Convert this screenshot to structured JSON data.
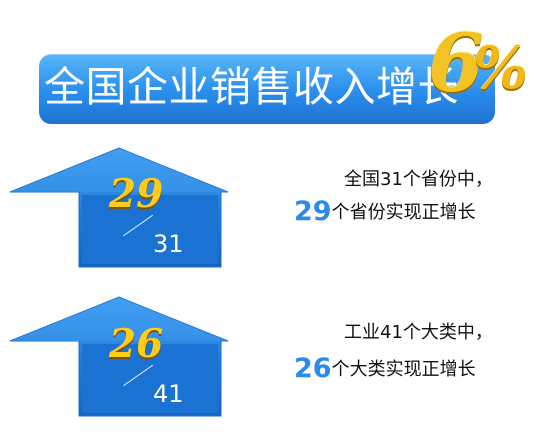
{
  "banner": {
    "title": "全国企业销售收入增长",
    "percent_value": "6",
    "percent_sign": "%"
  },
  "stats": [
    {
      "numerator": "29",
      "denominator": "31",
      "line1": "全国31个省份中，",
      "highlight": "29",
      "line2_rest": "个省份实现正增长"
    },
    {
      "numerator": "26",
      "denominator": "41",
      "line1": "工业41个大类中，",
      "highlight": "26",
      "line2_rest": "个大类实现正增长"
    }
  ],
  "colors": {
    "banner_blue": "#2a8ded",
    "arrow_blue": "#1f7bd8",
    "gold": "#f3c224",
    "highlight_blue": "#2c8be8"
  }
}
